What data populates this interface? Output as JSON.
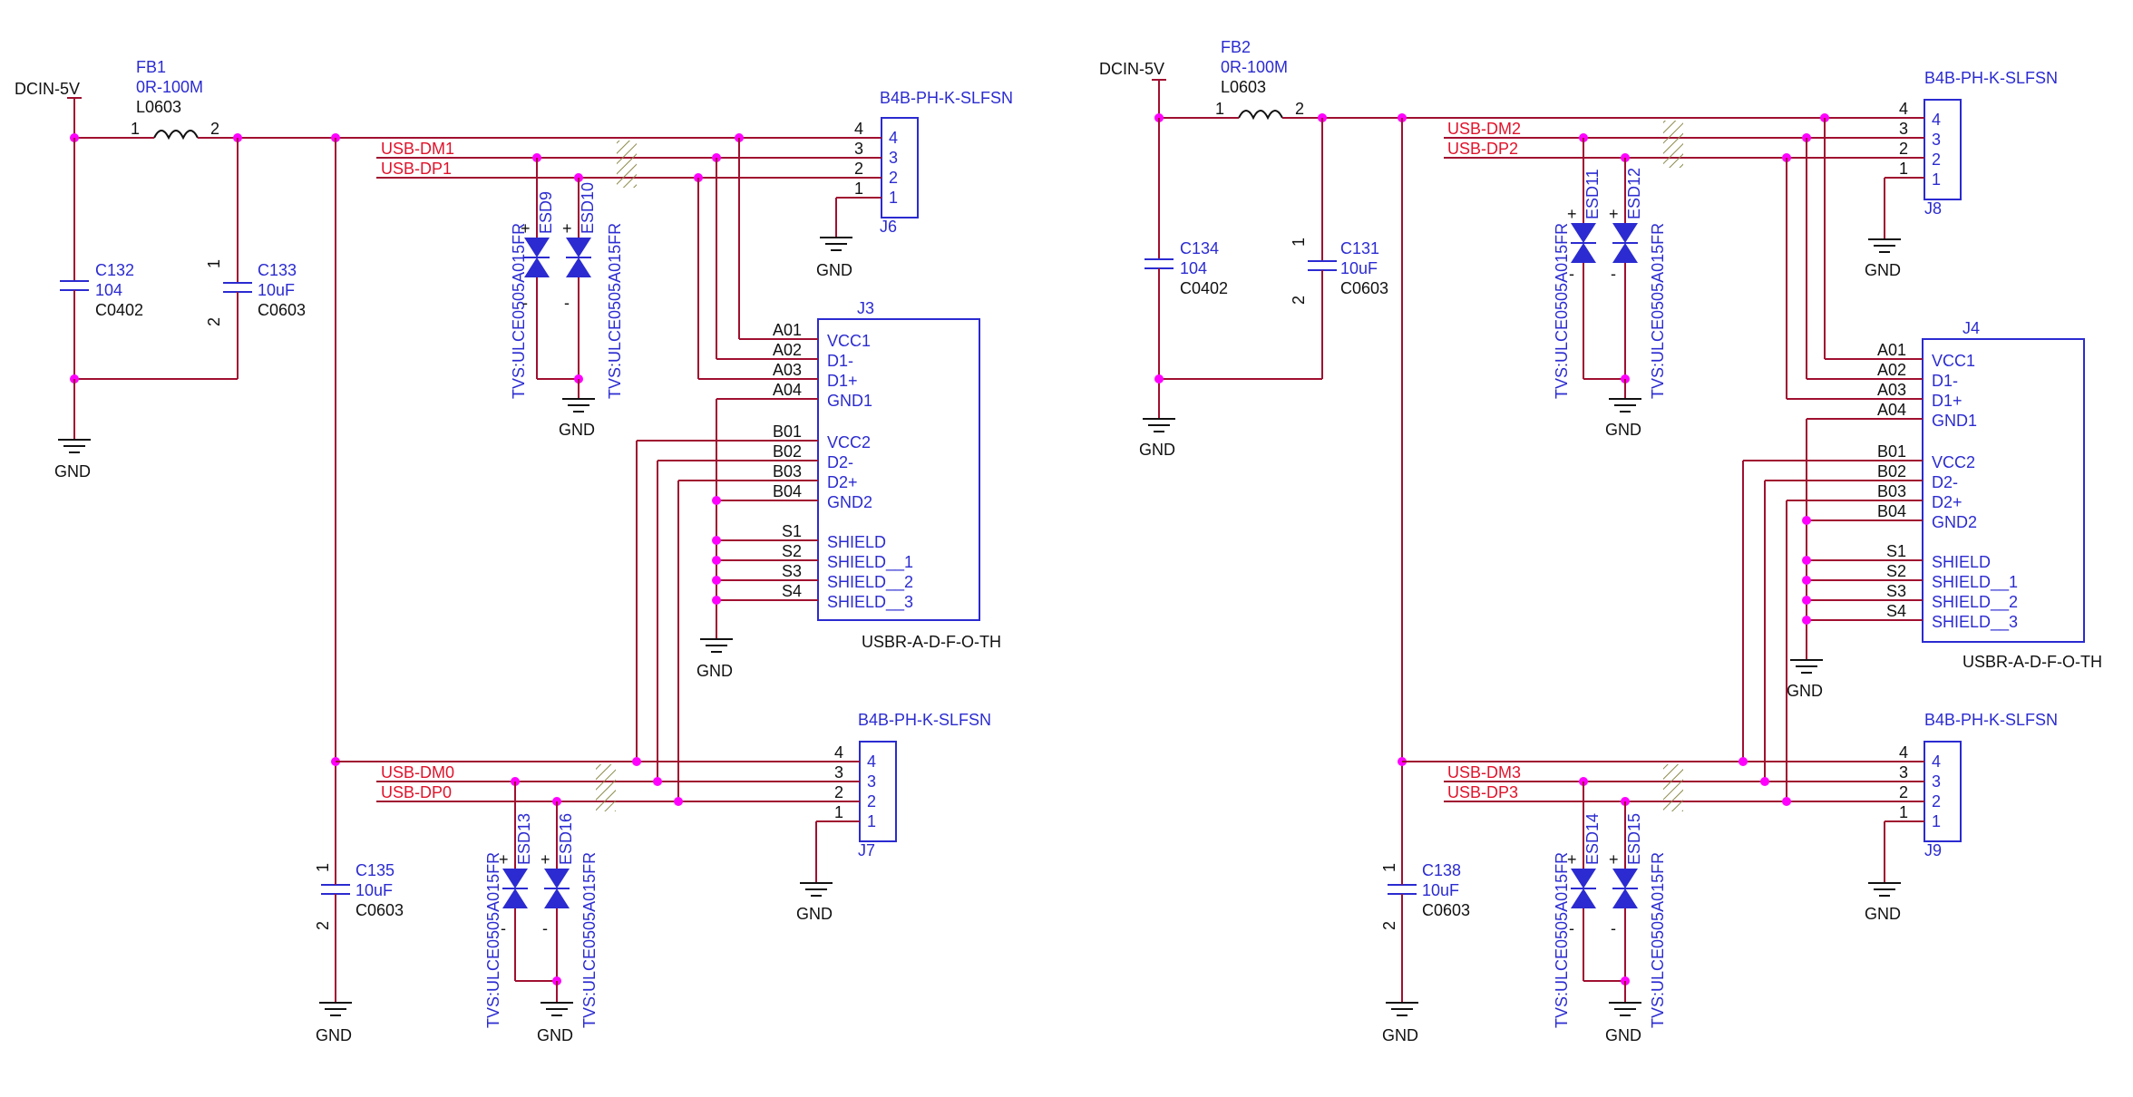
{
  "colors": {
    "wire": "#a01030",
    "junction": "#ff00ff",
    "component": "#2b2bd1",
    "netlabel": "#e0132b",
    "text": "#111111"
  },
  "power": {
    "dcin": "DCIN-5V",
    "gnd": "GND"
  },
  "ferrites": [
    {
      "ref": "FB1",
      "value": "0R-100M",
      "pkg": "L0603",
      "pin1": "1",
      "pin2": "2"
    },
    {
      "ref": "FB2",
      "value": "0R-100M",
      "pkg": "L0603",
      "pin1": "1",
      "pin2": "2"
    }
  ],
  "capacitors": {
    "c132": {
      "ref": "C132",
      "value": "104",
      "pkg": "C0402"
    },
    "c133": {
      "ref": "C133",
      "value": "10uF",
      "pkg": "C0603",
      "pin1": "1",
      "pin2": "2"
    },
    "c134": {
      "ref": "C134",
      "value": "104",
      "pkg": "C0402"
    },
    "c131": {
      "ref": "C131",
      "value": "10uF",
      "pkg": "C0603",
      "pin1": "1",
      "pin2": "2"
    },
    "c135": {
      "ref": "C135",
      "value": "10uF",
      "pkg": "C0603",
      "pin1": "1",
      "pin2": "2"
    },
    "c138": {
      "ref": "C138",
      "value": "10uF",
      "pkg": "C0603",
      "pin1": "1",
      "pin2": "2"
    }
  },
  "tvs": {
    "esd9": {
      "ref": "ESD9",
      "part": "TVS:ULCE0505A015FR"
    },
    "esd10": {
      "ref": "ESD10",
      "part": "TVS:ULCE0505A015FR"
    },
    "esd11": {
      "ref": "ESD11",
      "part": "TVS:ULCE0505A015FR"
    },
    "esd12": {
      "ref": "ESD12",
      "part": "TVS:ULCE0505A015FR"
    },
    "esd13": {
      "ref": "ESD13",
      "part": "TVS:ULCE0505A015FR"
    },
    "esd16": {
      "ref": "ESD16",
      "part": "TVS:ULCE0505A015FR"
    },
    "esd14": {
      "ref": "ESD14",
      "part": "TVS:ULCE0505A015FR"
    },
    "esd15": {
      "ref": "ESD15",
      "part": "TVS:ULCE0505A015FR"
    },
    "plus": "+",
    "minus": "-"
  },
  "headers": {
    "part": "B4B-PH-K-SLFSN",
    "j6": {
      "ref": "J6"
    },
    "j7": {
      "ref": "J7"
    },
    "j8": {
      "ref": "J8"
    },
    "j9": {
      "ref": "J9"
    },
    "pins": [
      "4",
      "3",
      "2",
      "1"
    ]
  },
  "usb_connectors": {
    "part": "USBR-A-D-F-O-TH",
    "j3": {
      "ref": "J3"
    },
    "j4": {
      "ref": "J4"
    },
    "pins": [
      {
        "num": "A01",
        "name": "VCC1"
      },
      {
        "num": "A02",
        "name": "D1-"
      },
      {
        "num": "A03",
        "name": "D1+"
      },
      {
        "num": "A04",
        "name": "GND1"
      },
      {
        "num": "B01",
        "name": "VCC2"
      },
      {
        "num": "B02",
        "name": "D2-"
      },
      {
        "num": "B03",
        "name": "D2+"
      },
      {
        "num": "B04",
        "name": "GND2"
      },
      {
        "num": "S1",
        "name": "SHIELD"
      },
      {
        "num": "S2",
        "name": "SHIELD__1"
      },
      {
        "num": "S3",
        "name": "SHIELD__2"
      },
      {
        "num": "S4",
        "name": "SHIELD__3"
      }
    ]
  },
  "nets": {
    "dm1": "USB-DM1",
    "dp1": "USB-DP1",
    "dm0": "USB-DM0",
    "dp0": "USB-DP0",
    "dm2": "USB-DM2",
    "dp2": "USB-DP2",
    "dm3": "USB-DM3",
    "dp3": "USB-DP3"
  }
}
